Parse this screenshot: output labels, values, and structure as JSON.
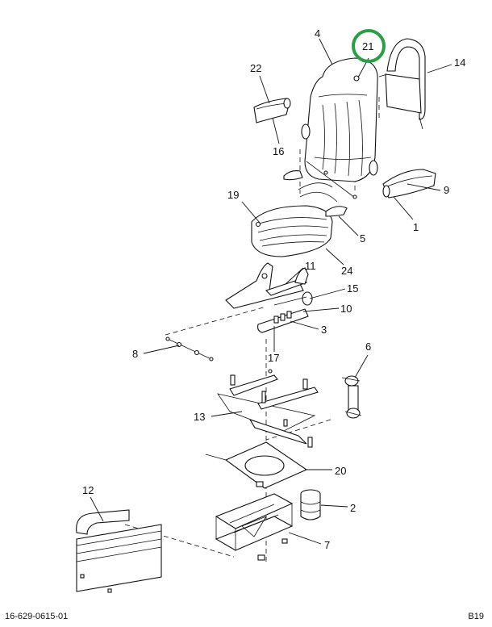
{
  "callouts": {
    "c1": "1",
    "c2": "2",
    "c3": "3",
    "c4": "4",
    "c5": "5",
    "c6": "6",
    "c7": "7",
    "c8": "8",
    "c9": "9",
    "c10": "10",
    "c11": "11",
    "c12": "12",
    "c13": "13",
    "c14": "14",
    "c15": "15",
    "c16": "16",
    "c17": "17",
    "c19": "19",
    "c20": "20",
    "c21": "21",
    "c22": "22",
    "c24": "24"
  },
  "highlight": {
    "callout": "21",
    "color": "#2e9e46"
  },
  "footer": {
    "doc_number": "16-629-0615-01",
    "page_code": "B19"
  }
}
